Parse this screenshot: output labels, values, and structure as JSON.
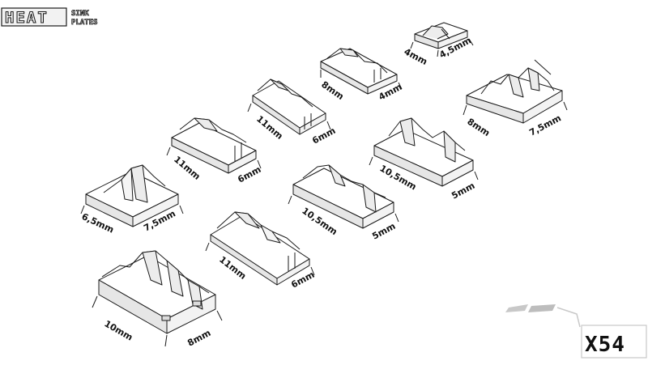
{
  "header": {
    "title_main": "HEAT",
    "title_sub_1": "SINK",
    "title_sub_2": "PLATES"
  },
  "badge": {
    "label": "X54"
  },
  "plates": [
    {
      "label_a": "4mm",
      "label_b": "4,5mm"
    },
    {
      "label_a": "8mm",
      "label_b": "4mm"
    },
    {
      "label_a": "8mm",
      "label_b": "7,5mm"
    },
    {
      "label_a": "11mm",
      "label_b": "6mm"
    },
    {
      "label_a": "11mm",
      "label_b": "6mm"
    },
    {
      "label_a": "10,5mm",
      "label_b": "5mm"
    },
    {
      "label_a": "6,5mm",
      "label_b": "7,5mm"
    },
    {
      "label_a": "10,5mm",
      "label_b": "5mm"
    },
    {
      "label_a": "11mm",
      "label_b": "6mm"
    },
    {
      "label_a": "10mm",
      "label_b": "8mm"
    }
  ],
  "colors": {
    "line": "#1a1a1a",
    "face_light": "#ffffff",
    "face_mid": "#f0f0f0",
    "face_dark": "#d9d9d9",
    "badge_stripe": "#c8c8c8"
  }
}
